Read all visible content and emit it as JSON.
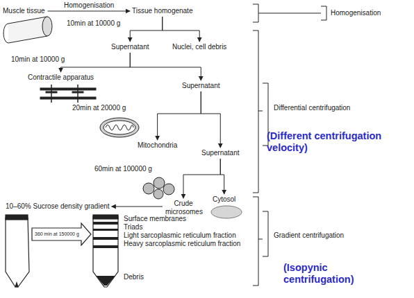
{
  "diagram": {
    "nodes": [
      {
        "text": [
          "Muscle tissue"
        ]
      },
      {
        "text": [
          "Tissue homogenate"
        ]
      },
      {
        "text": [
          "Supernatant"
        ]
      },
      {
        "text": [
          "Nuclei, cell debris"
        ]
      },
      {
        "text": [
          "Contractile apparatus"
        ]
      },
      {
        "text": [
          "Supernatant"
        ]
      },
      {
        "text": [
          "Mitochondria"
        ]
      },
      {
        "text": [
          "Supernatant"
        ]
      },
      {
        "text": [
          "Crude microsomes"
        ]
      },
      {
        "text": [
          "Cytosol"
        ]
      },
      {
        "text": [
          "10–60% Sucrose density gradient"
        ]
      }
    ],
    "edges": [
      {
        "from": 0,
        "to": 1,
        "label": "Homogenisation",
        "arrow": "to"
      },
      {
        "from": 1,
        "to": 2,
        "arrow": "to"
      },
      {
        "from": 1,
        "to": 3,
        "arrow": "to"
      },
      {
        "from": 2,
        "to": 4,
        "arrow": "to"
      },
      {
        "from": 2,
        "to": 5,
        "arrow": "to"
      },
      {
        "from": 5,
        "to": 6,
        "arrow": "to"
      },
      {
        "from": 5,
        "to": 7,
        "arrow": "to"
      },
      {
        "from": 7,
        "to": 8,
        "arrow": "to"
      },
      {
        "from": 7,
        "to": 9,
        "arrow": "to"
      },
      {
        "from": 8,
        "to": 10,
        "arrow": "to"
      }
    ],
    "labels": [
      "10min at 10000 g",
      "10min at 10000 g",
      "20min at 20000 g",
      "60min at 100000 g",
      "360 min at 150000 g",
      "Surface membranes",
      "Triads",
      "Light sarcoplasmic reticulum fraction",
      "Heavy sarcoplasmic reticulum fraction",
      "Debris",
      "Homogenisation",
      "Differential centrifugation",
      "(Different centrifugation velocity)",
      "Gradient centrifugation",
      "(Isopynic centrifugation)"
    ]
  }
}
